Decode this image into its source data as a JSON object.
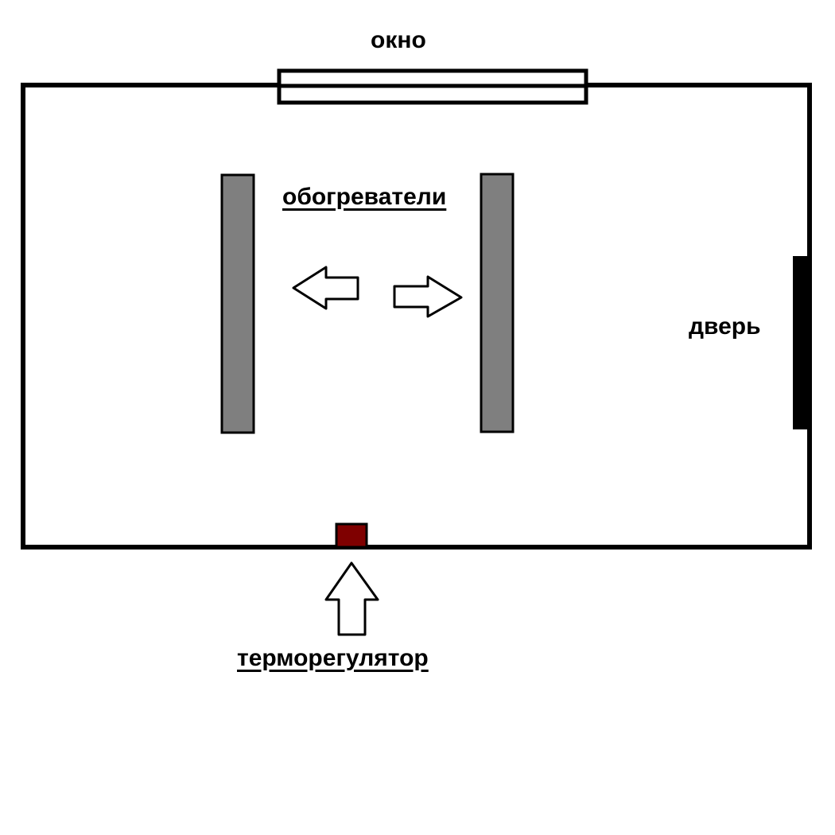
{
  "labels": {
    "window": "окно",
    "heaters": "обогреватели",
    "door": "дверь",
    "thermostat": "терморегулятор"
  },
  "colors": {
    "wall": "#000000",
    "heater_fill": "#7f7f7f",
    "thermostat_fill": "#7f0000",
    "background": "#ffffff"
  },
  "icons": {
    "arrow_left": "left-arrow-icon",
    "arrow_right": "right-arrow-icon",
    "arrow_up": "up-arrow-icon"
  }
}
